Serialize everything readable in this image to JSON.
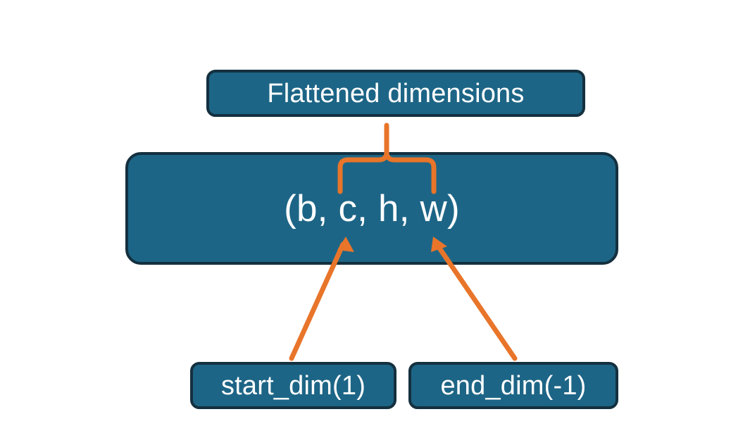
{
  "diagram": {
    "title": "Flatten dimensions diagram",
    "background_color": "#ffffff",
    "node_fill_color": "#1d6586",
    "node_border_color": "#14303f",
    "node_text_color": "#ffffff",
    "connector_color": "#e8752a",
    "nodes": {
      "flattened": {
        "label": "Flattened dimensions"
      },
      "shape": {
        "label": "(b, c, h, w)"
      },
      "start_dim": {
        "label": "start_dim(1)"
      },
      "end_dim": {
        "label": "end_dim(-1)"
      }
    },
    "connectors": [
      {
        "name": "brace-over-flattened-dims",
        "type": "curly-brace",
        "from": "shape",
        "to": "flattened",
        "color": "#e8752a"
      },
      {
        "name": "arrow-start-dim-to-c",
        "type": "arrow",
        "from": "start_dim",
        "to": "shape",
        "color": "#e8752a"
      },
      {
        "name": "arrow-end-dim-to-w",
        "type": "arrow",
        "from": "end_dim",
        "to": "shape",
        "color": "#e8752a"
      }
    ]
  }
}
